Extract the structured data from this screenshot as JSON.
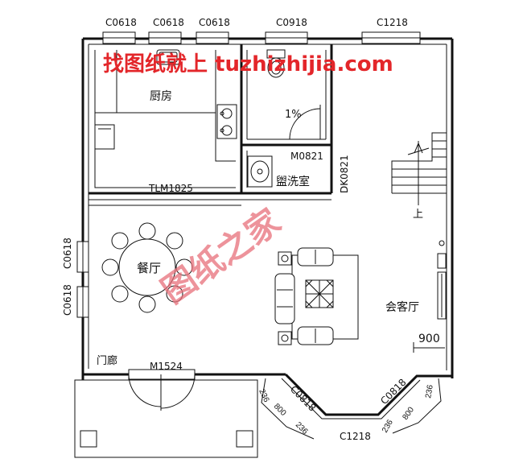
{
  "window_codes": {
    "top_left_1": "C0618",
    "top_left_2": "C0618",
    "top_left_3": "C0618",
    "top_mid": "C0918",
    "top_right": "C1218",
    "left_upper": "C0618",
    "left_lower": "C0618",
    "bay_left": "C0818",
    "bay_right": "C0818",
    "bay_bottom": "C1218"
  },
  "door_codes": {
    "bath": "M0821",
    "wash": "DK0821",
    "kitchen_slide": "TLM1825",
    "entry": "M1524"
  },
  "rooms": {
    "kitchen": "厨房",
    "wash": "盥洗室",
    "dining": "餐厅",
    "living": "会客厅",
    "porch": "门廊",
    "stair_up": "上"
  },
  "slope": "1%",
  "dims": {
    "steps": "900",
    "bay_a": "236",
    "bay_b": "800",
    "bay_c": "236",
    "bay_d": "236",
    "bay_e": "800",
    "bay_f": "236"
  },
  "watermark": {
    "line1": "找图纸就上 tuzhizhijia.com",
    "line2": "图纸之家"
  }
}
